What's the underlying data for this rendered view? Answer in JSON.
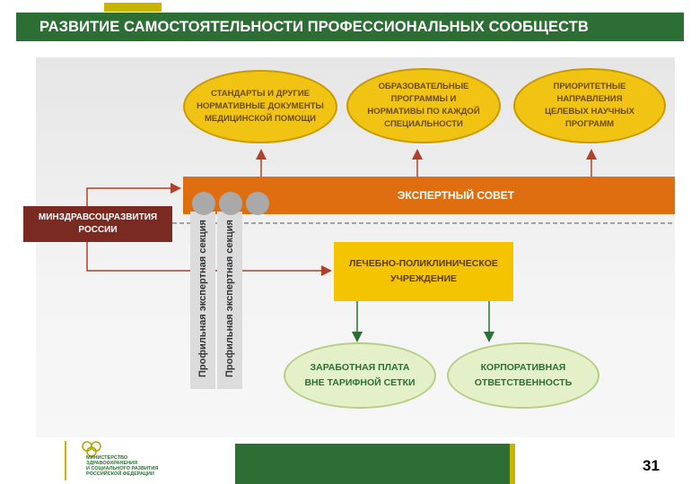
{
  "title": "РАЗВИТИЕ САМОСТОЯТЕЛЬНОСТИ ПРОФЕССИОНАЛЬНЫХ СООБЩЕСТВ",
  "top_ovals": [
    {
      "text": "СТАНДАРТЫ И ДРУГИЕ\nНОРМАТИВНЫЕ ДОКУМЕНТЫ\nМЕДИЦИНСКОЙ ПОМОЩИ"
    },
    {
      "text": "ОБРАЗОВАТЕЛЬНЫЕ\nПРОГРАММЫ И\nНОРМАТИВЫ ПО КАЖДОЙ\nСПЕЦИАЛЬНОСТИ"
    },
    {
      "text": "ПРИОРИТЕТНЫЕ\nНАПРАВЛЕНИЯ\nЦЕЛЕВЫХ НАУЧНЫХ\nПРОГРАММ"
    }
  ],
  "expert_council": "ЭКСПЕРТНЫЙ СОВЕТ",
  "ministry": "МИНЗДРАВСОЦРАЗВИТИЯ\nРОССИИ",
  "sections": [
    "Профильная экспертная секция",
    "Профильная экспертная секция"
  ],
  "clinic": "ЛЕЧЕБНО-ПОЛИКЛИНИЧЕСКОЕ\nУЧРЕЖДЕНИЕ",
  "bottom_ovals": [
    {
      "text": "ЗАРАБОТНАЯ ПЛАТА\nВНЕ ТАРИФНОЙ СЕТКИ"
    },
    {
      "text": "КОРПОРАТИВНАЯ\nОТВЕТСТВЕННОСТЬ"
    }
  ],
  "logo_text": "МИНИСТЕРСТВО\nЗДРАВООХРАНЕНИЯ\nИ СОЦИАЛЬНОГО РАЗВИТИЯ\nРОССИЙСКОЙ ФЕДЕРАЦИИ",
  "page_number": "31",
  "colors": {
    "title_bg": "#2d6e35",
    "expert_bar": "#de6e10",
    "ministry_box": "#7b2a22",
    "yellow_oval": "#f1c413",
    "clinic_box": "#f5c400",
    "green_oval": "#e4f0c8",
    "accent_gold": "#c9b400"
  }
}
